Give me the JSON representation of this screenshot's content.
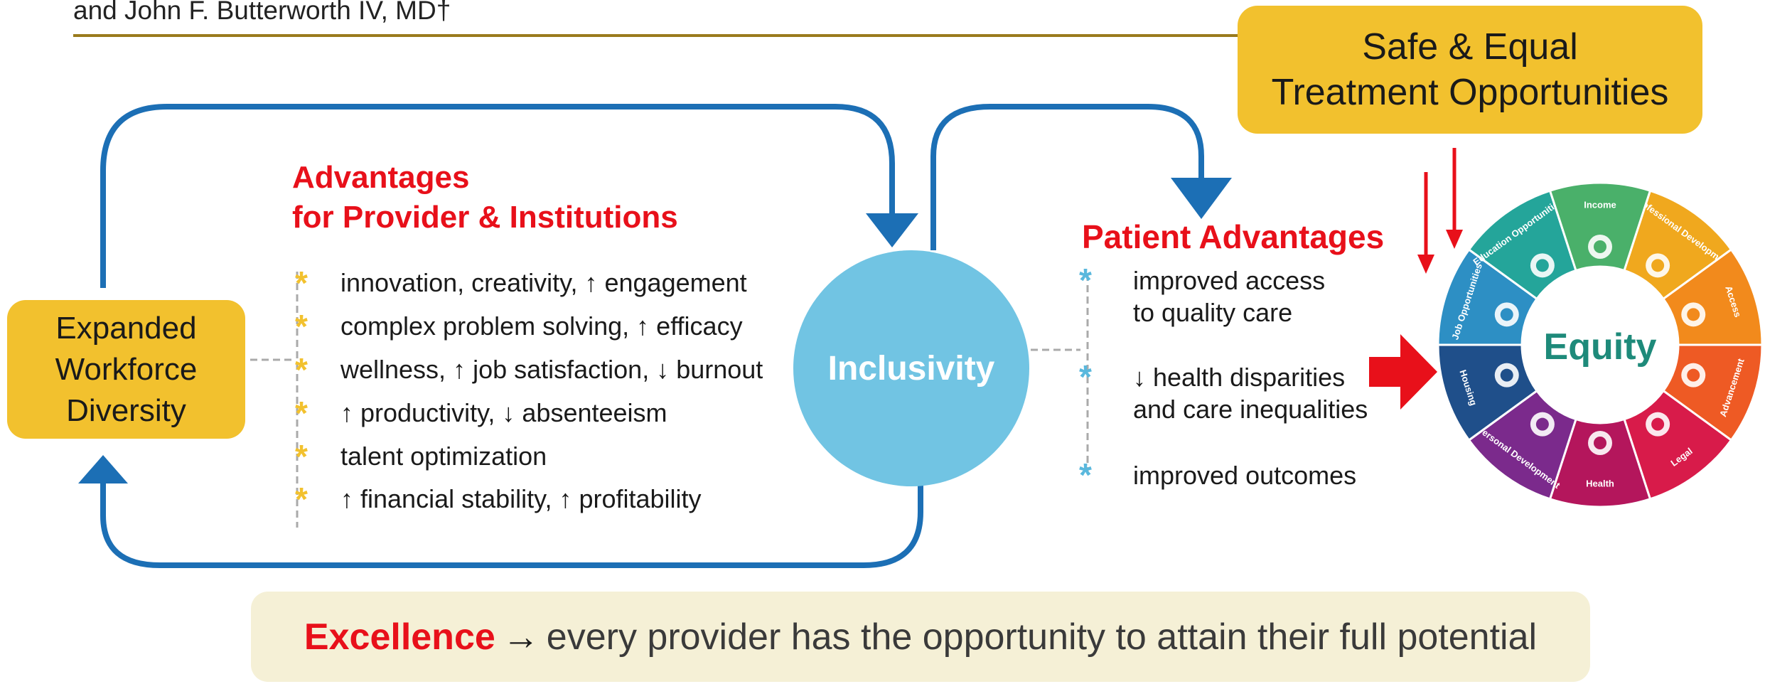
{
  "header": {
    "authors": "and John F. Butterworth IV, MD†"
  },
  "safe_box": {
    "line1": "Safe & Equal",
    "line2": "Treatment Opportunities"
  },
  "workforce_box": {
    "line1": "Expanded",
    "line2": "Workforce",
    "line3": "Diversity"
  },
  "inclusivity": {
    "label": "Inclusivity"
  },
  "provider": {
    "title_line1": "Advantages",
    "title_line2": "for Provider & Institutions",
    "items": [
      "innovation, creativity, ↑ engagement",
      "complex problem solving, ↑ efficacy",
      "wellness, ↑ job satisfaction, ↓ burnout",
      "↑ productivity, ↓ absenteeism",
      "talent optimization",
      "↑ financial stability, ↑ profitability"
    ]
  },
  "patient": {
    "title": "Patient Advantages",
    "items": [
      {
        "line1": "improved access",
        "line2": "to quality care"
      },
      {
        "line1": "↓ health disparities",
        "line2": "and care inequalities"
      },
      {
        "line1": "improved outcomes",
        "line2": ""
      }
    ]
  },
  "excellence": {
    "word": "Excellence",
    "arrow": "→",
    "text": "every provider has the opportunity to attain their full potential"
  },
  "wheel": {
    "center": "Equity",
    "segments": [
      {
        "label": "Professional Development",
        "color": "#f0a81e"
      },
      {
        "label": "Access",
        "color": "#f28a1c"
      },
      {
        "label": "Advancement",
        "color": "#ee5a24"
      },
      {
        "label": "Legal",
        "color": "#d81b4a"
      },
      {
        "label": "Health",
        "color": "#b4165c"
      },
      {
        "label": "Personal Development",
        "color": "#7b2a8c"
      },
      {
        "label": "Housing",
        "color": "#1f4f8a"
      },
      {
        "label": "Job Opportunities",
        "color": "#2d8fc4"
      },
      {
        "label": "Education Opportunities",
        "color": "#24a59a"
      },
      {
        "label": "Income",
        "color": "#4ab06a"
      }
    ]
  },
  "colors": {
    "gold": "#f2c12e",
    "blue_line": "#1c6fb5",
    "red": "#e8101a",
    "light_blue": "#71c4e3"
  }
}
